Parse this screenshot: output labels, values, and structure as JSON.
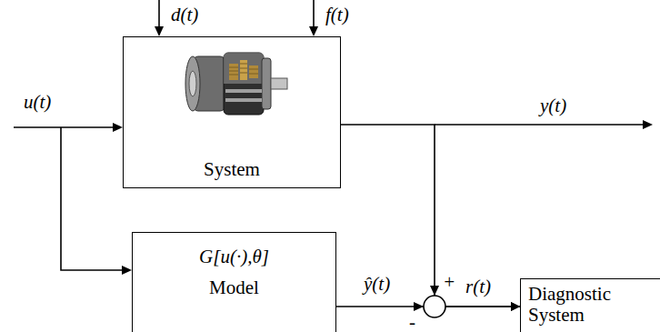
{
  "diagram": {
    "nodes": [
      {
        "text": [
          "System"
        ]
      },
      {
        "text": [
          "G[u(·),θ]",
          "Model"
        ]
      },
      {
        "text": [
          "Diagnostic System"
        ]
      }
    ],
    "edges": [
      {
        "from": 0,
        "to": 2,
        "arrow": "to"
      },
      {
        "from": 1,
        "to": 2,
        "arrow": "to"
      }
    ],
    "labels": [
      "u(t)",
      "d(t)",
      "f(t)",
      "y(t)",
      "ŷ(t)",
      "r(t)",
      "+",
      "-"
    ]
  }
}
